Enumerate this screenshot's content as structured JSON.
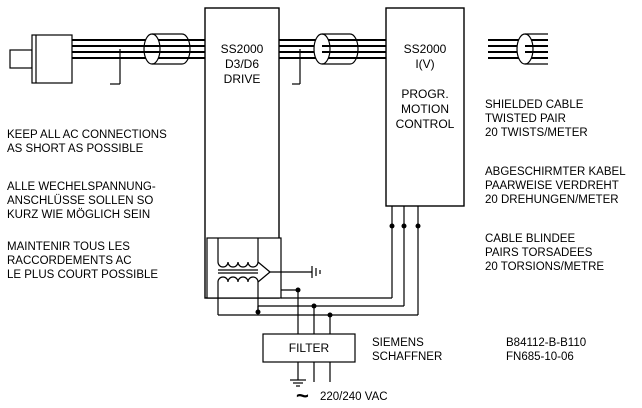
{
  "drive_box": {
    "lines": [
      "SS2000",
      "D3/D6",
      "DRIVE"
    ]
  },
  "control_box": {
    "lines": [
      "SS2000",
      "I(V)",
      "",
      "PROGR.",
      "MOTION",
      "CONTROL"
    ]
  },
  "filter_box": {
    "label": "FILTER"
  },
  "notes_left": [
    {
      "lines": [
        "KEEP ALL AC CONNECTIONS",
        "AS SHORT AS POSSIBLE"
      ]
    },
    {
      "lines": [
        "ALLE WECHELSPANNUNG-",
        "ANSCHLÜSSE SOLLEN SO",
        "KURZ WIE MÖGLICH SEIN"
      ]
    },
    {
      "lines": [
        "MAINTENIR TOUS LES",
        "RACCORDEMENTS AC",
        "LE PLUS COURT POSSIBLE"
      ]
    }
  ],
  "notes_right": [
    {
      "lines": [
        "SHIELDED CABLE",
        "TWISTED PAIR",
        "20 TWISTS/METER"
      ]
    },
    {
      "lines": [
        "ABGESCHIRMTER KABEL",
        "PAARWEISE VERDREHT",
        "20 DREHUNGEN/METER"
      ]
    },
    {
      "lines": [
        "CABLE BLINDEE",
        "PAIRS TORSADEES",
        "20 TORSIONS/METRE"
      ]
    }
  ],
  "filter_makers": [
    "SIEMENS",
    "SCHAFFNER"
  ],
  "filter_parts": [
    "B84112-B-B110",
    "FN685-10-06"
  ],
  "ac_symbol": "~",
  "ac_supply": "220/240 VAC",
  "colors": {
    "stroke": "#000000",
    "background": "#ffffff"
  },
  "icons": [
    "motor-icon",
    "transformer-icon",
    "ground-icon",
    "shielded-cable-icon"
  ]
}
